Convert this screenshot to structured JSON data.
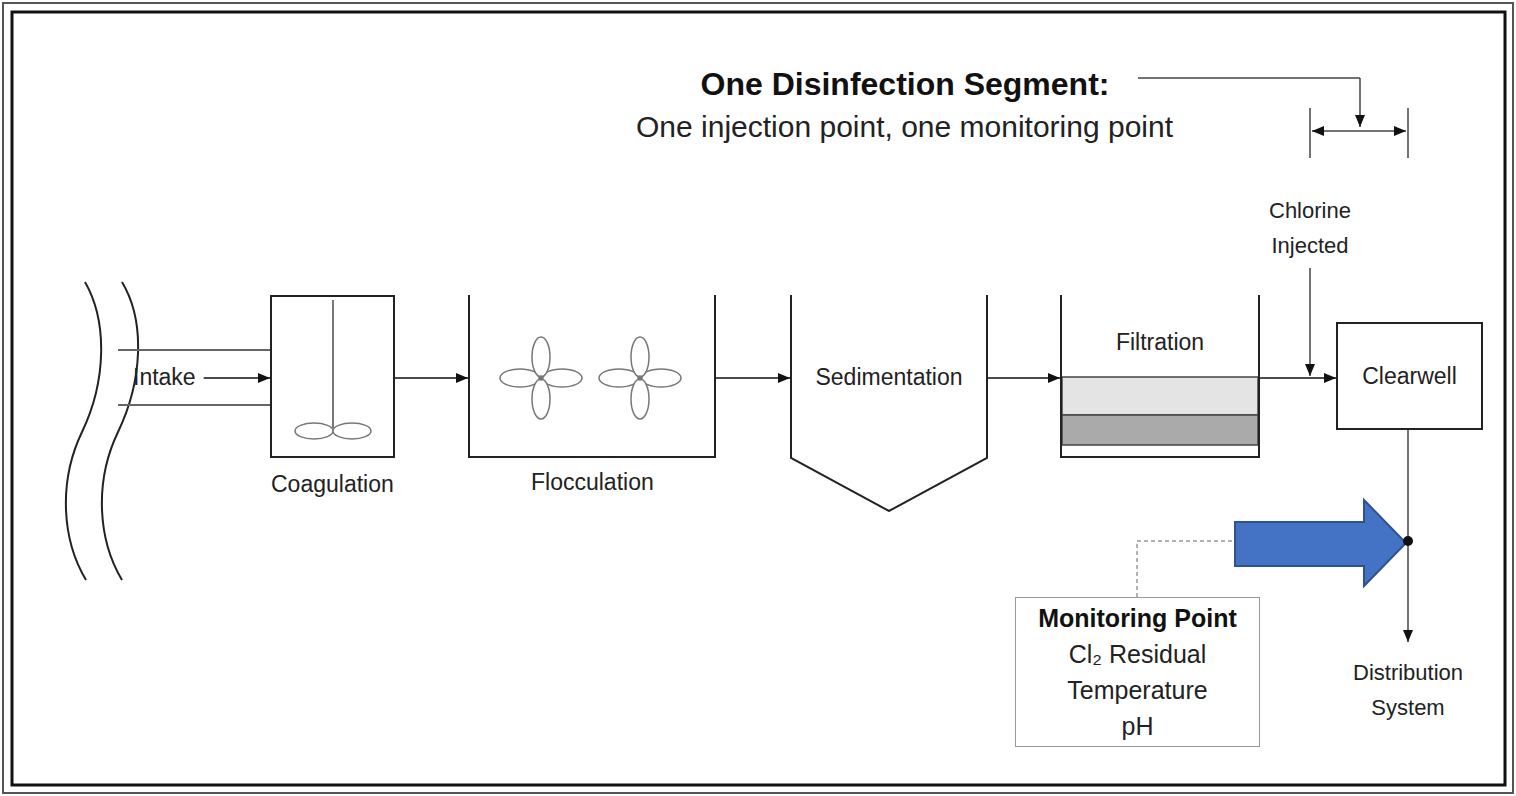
{
  "diagram": {
    "title": "One Disinfection Segment:",
    "nodes": [
      {
        "text": [
          "Intake"
        ]
      },
      {
        "text": [
          "Coagulation"
        ]
      },
      {
        "text": [
          "Flocculation"
        ]
      },
      {
        "text": [
          "Sedimentation"
        ]
      },
      {
        "text": [
          "Filtration"
        ]
      },
      {
        "text": [
          "Clearwell"
        ]
      },
      {
        "text": [
          "Monitoring Point",
          "Cl₂ Residual",
          "Temperature",
          "pH"
        ]
      }
    ],
    "edges": [
      {
        "from": 0,
        "to": 1,
        "arrow": "to"
      },
      {
        "from": 1,
        "to": 2,
        "arrow": "to"
      },
      {
        "from": 2,
        "to": 3,
        "arrow": "to"
      },
      {
        "from": 3,
        "to": 4,
        "arrow": "to"
      },
      {
        "from": 4,
        "to": 5,
        "arrow": "to"
      }
    ],
    "labels": [
      "One injection point, one monitoring point",
      "Chlorine Injected",
      "Distribution System"
    ]
  }
}
